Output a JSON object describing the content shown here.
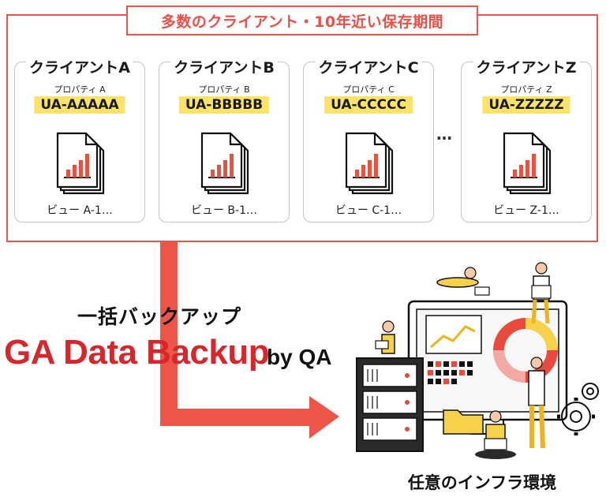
{
  "header": {
    "title": "多数のクライアント・10年近い保存期間"
  },
  "clients": [
    {
      "name": "クライアントA",
      "property": "プロパティ A",
      "ua": "UA-AAAAA",
      "view": "ビュー A-1…"
    },
    {
      "name": "クライアントB",
      "property": "プロパティ B",
      "ua": "UA-BBBBB",
      "view": "ビュー B-1…"
    },
    {
      "name": "クライアントC",
      "property": "プロパティ C",
      "ua": "UA-CCCCC",
      "view": "ビュー C-1…"
    },
    {
      "name": "クライアントZ",
      "property": "プロパティ Z",
      "ua": "UA-ZZZZZ",
      "view": "ビュー Z-1…"
    }
  ],
  "ellipsis": "…",
  "backup": {
    "subtitle": "一括バックアップ",
    "product": "GA Data Backup",
    "by": "by QA"
  },
  "infra": {
    "caption": "任意のインフラ環境"
  },
  "colors": {
    "accent": "#ee5549",
    "brand": "#d8262b",
    "highlight": "#fbe36a"
  },
  "icons": [
    "report-document-icon",
    "server-rack-icon",
    "dashboard-monitor-icon",
    "gear-icon",
    "folder-icon"
  ]
}
